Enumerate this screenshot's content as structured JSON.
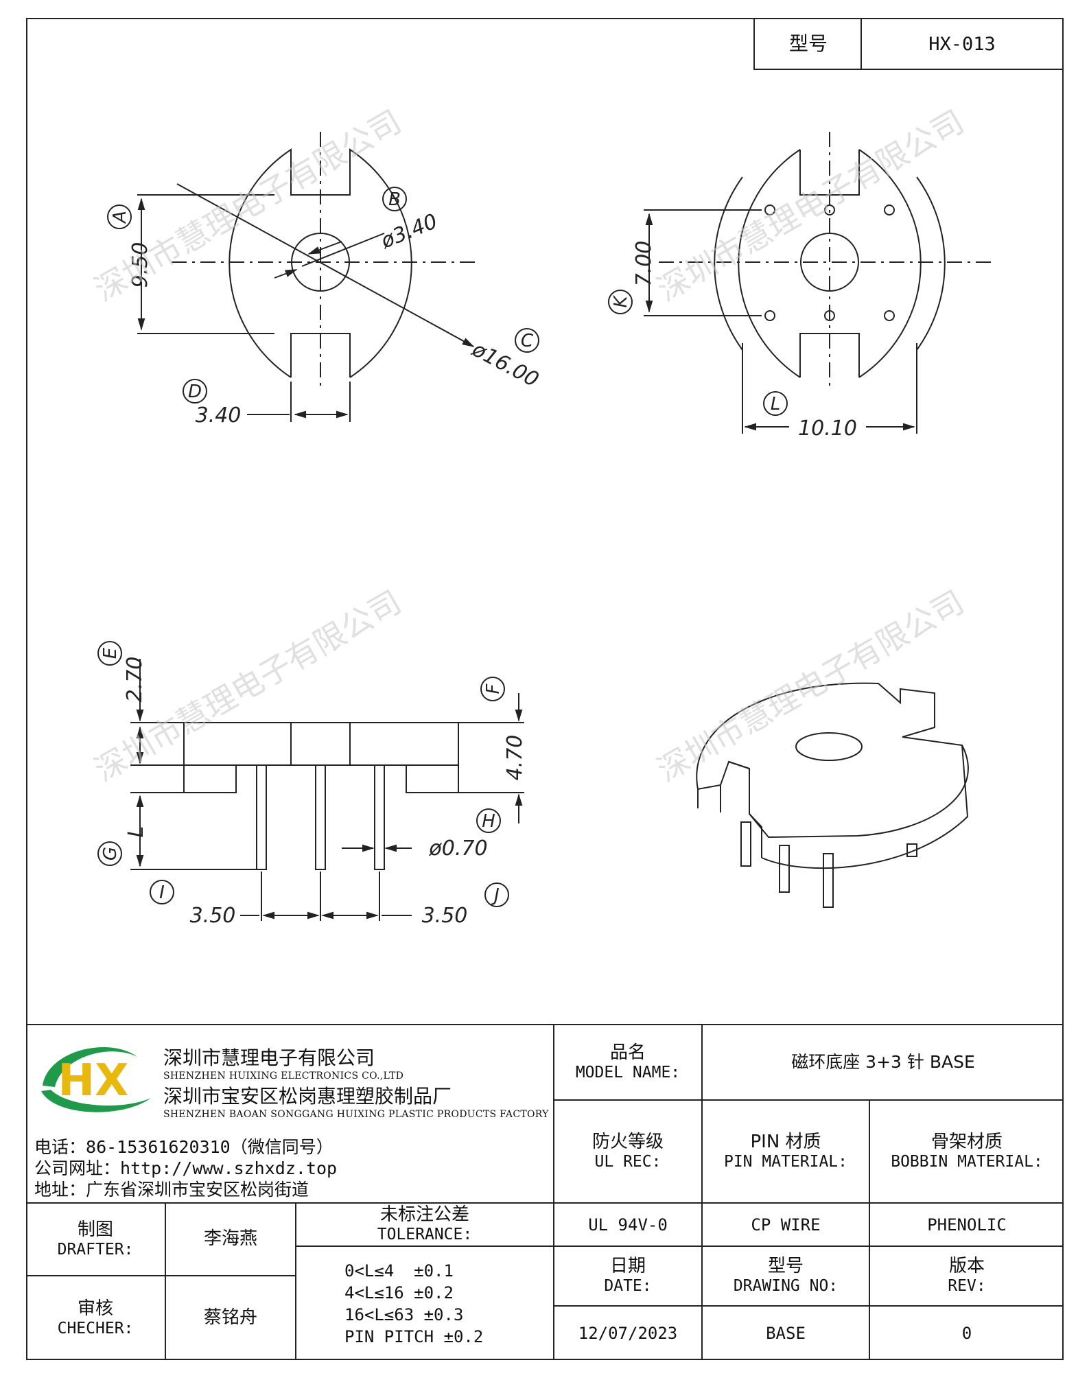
{
  "header": {
    "model_label": "型号",
    "model_value": "HX-013"
  },
  "drawing": {
    "top_view": {
      "dim_a": "9.50",
      "dim_b": "ø3.40",
      "dim_c": "ø16.00",
      "dim_d": "3.40",
      "label_a": "A",
      "label_b": "B",
      "label_c": "C",
      "label_d": "D"
    },
    "bottom_view": {
      "dim_k": "7.00",
      "dim_l": "10.10",
      "label_k": "K",
      "label_l": "L"
    },
    "side_view": {
      "dim_e": "2.70",
      "dim_f": "4.70",
      "dim_g": "L",
      "dim_h": "ø0.70",
      "dim_i": "3.50",
      "dim_j": "3.50",
      "label_e": "E",
      "label_f": "F",
      "label_g": "G",
      "label_h": "H",
      "label_i": "I",
      "label_j": "J"
    },
    "watermark": "深圳市慧理电子有限公司"
  },
  "title_block": {
    "company_cn": "深圳市慧理电子有限公司",
    "company_en": "SHENZHEN HUIXING ELECTRONICS CO.,LTD",
    "factory_cn": "深圳市宝安区松岗惠理塑胶制品厂",
    "factory_en": "SHENZHEN BAOAN SONGGANG HUIXING PLASTIC PRODUCTS FACTORY",
    "phone_label": "电话：",
    "phone": "86-15361620310（微信同号）",
    "web_label": "公司网址：",
    "web": "http://www.szhxdz.top",
    "address_label": "地址：",
    "address": "广东省深圳市宝安区松岗街道",
    "logo_text": "HX",
    "model_name_cn": "品名",
    "model_name_en": "MODEL NAME:",
    "model_name_value": "磁环底座 3+3 针 BASE",
    "ul_cn": "防火等级",
    "ul_en": "UL REC:",
    "pin_cn": "PIN 材质",
    "pin_en": "PIN MATERIAL:",
    "bobbin_cn": "骨架材质",
    "bobbin_en": "BOBBIN MATERIAL:",
    "ul_value": "UL 94V-0",
    "pin_value": "CP WIRE",
    "bobbin_value": "PHENOLIC",
    "drafter_cn": "制图",
    "drafter_en": "DRAFTER:",
    "drafter_name": "李海燕",
    "tolerance_cn": "未标注公差",
    "tolerance_en": "TOLERANCE:",
    "tolerance_lines": [
      "0<L≤4  ±0.1",
      "4<L≤16 ±0.2",
      "16<L≤63 ±0.3",
      "PIN PITCH ±0.2"
    ],
    "checker_cn": "审核",
    "checker_en": "CHECHER:",
    "checker_name": "蔡铭舟",
    "date_cn": "日期",
    "date_en": "DATE:",
    "drawing_no_cn": "型号",
    "drawing_no_en": "DRAWING NO:",
    "rev_cn": "版本",
    "rev_en": "REV:",
    "date_value": "12/07/2023",
    "drawing_no_value": "BASE",
    "rev_value": "0"
  }
}
